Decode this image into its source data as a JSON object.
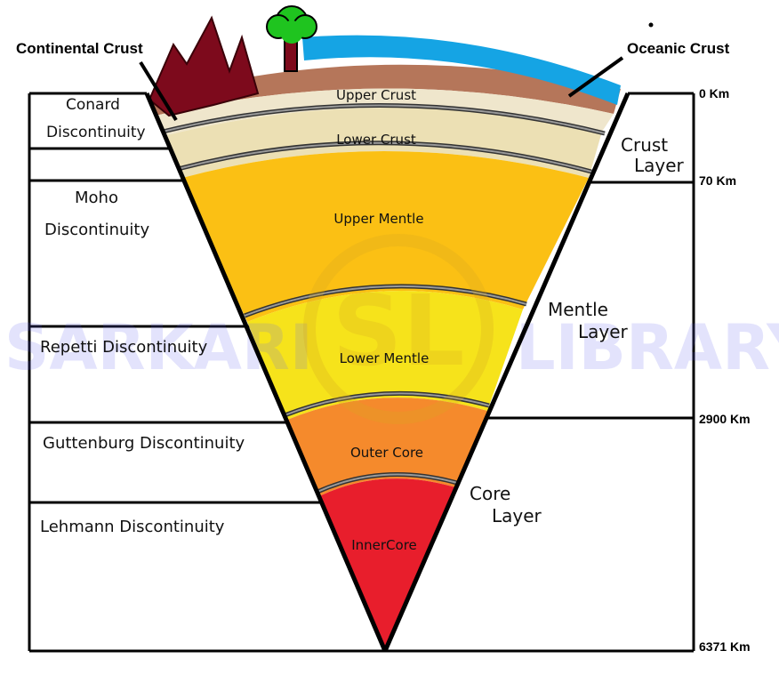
{
  "callouts": {
    "continental_crust": "Continental Crust",
    "oceanic_crust": "Oceanic Crust"
  },
  "layers": {
    "upper_crust": "Upper Crust",
    "lower_crust": "Lower Crust",
    "upper_mantle": "Upper Mentle",
    "lower_mantle": "Lower Mentle",
    "outer_core": "Outer Core",
    "inner_core": "InnerCore"
  },
  "discontinuities": {
    "conard_1": "Conard",
    "conard_2": "Discontinuity",
    "moho_1": "Moho",
    "moho_2": "Discontinuity",
    "repetti": "Repetti Discontinuity",
    "guttenburg": "Guttenburg Discontinuity",
    "lehmann": "Lehmann Discontinuity"
  },
  "layer_groups": {
    "crust_1": "Crust",
    "crust_2": "Layer",
    "mantle_1": "Mentle",
    "mantle_2": "Layer",
    "core_1": "Core",
    "core_2": "Layer"
  },
  "depths": {
    "d0": "0 Km",
    "d70": "70 Km",
    "d2900": "2900 Km",
    "d6371": "6371 Km"
  },
  "watermark": {
    "left": "SARKARI",
    "logo": "SL",
    "right": "LIBRARY"
  },
  "colors": {
    "ocean": "#15a4e4",
    "land": "#b5765a",
    "mountain": "#7d0a1c",
    "upper_crust": "#efe6cc",
    "lower_crust": "#ece0b4",
    "upper_mantle": "#fbc014",
    "lower_mantle": "#f6e31b",
    "outer_core": "#f58a2c",
    "inner_core": "#e81e2c",
    "tree": "#1fc41f"
  }
}
